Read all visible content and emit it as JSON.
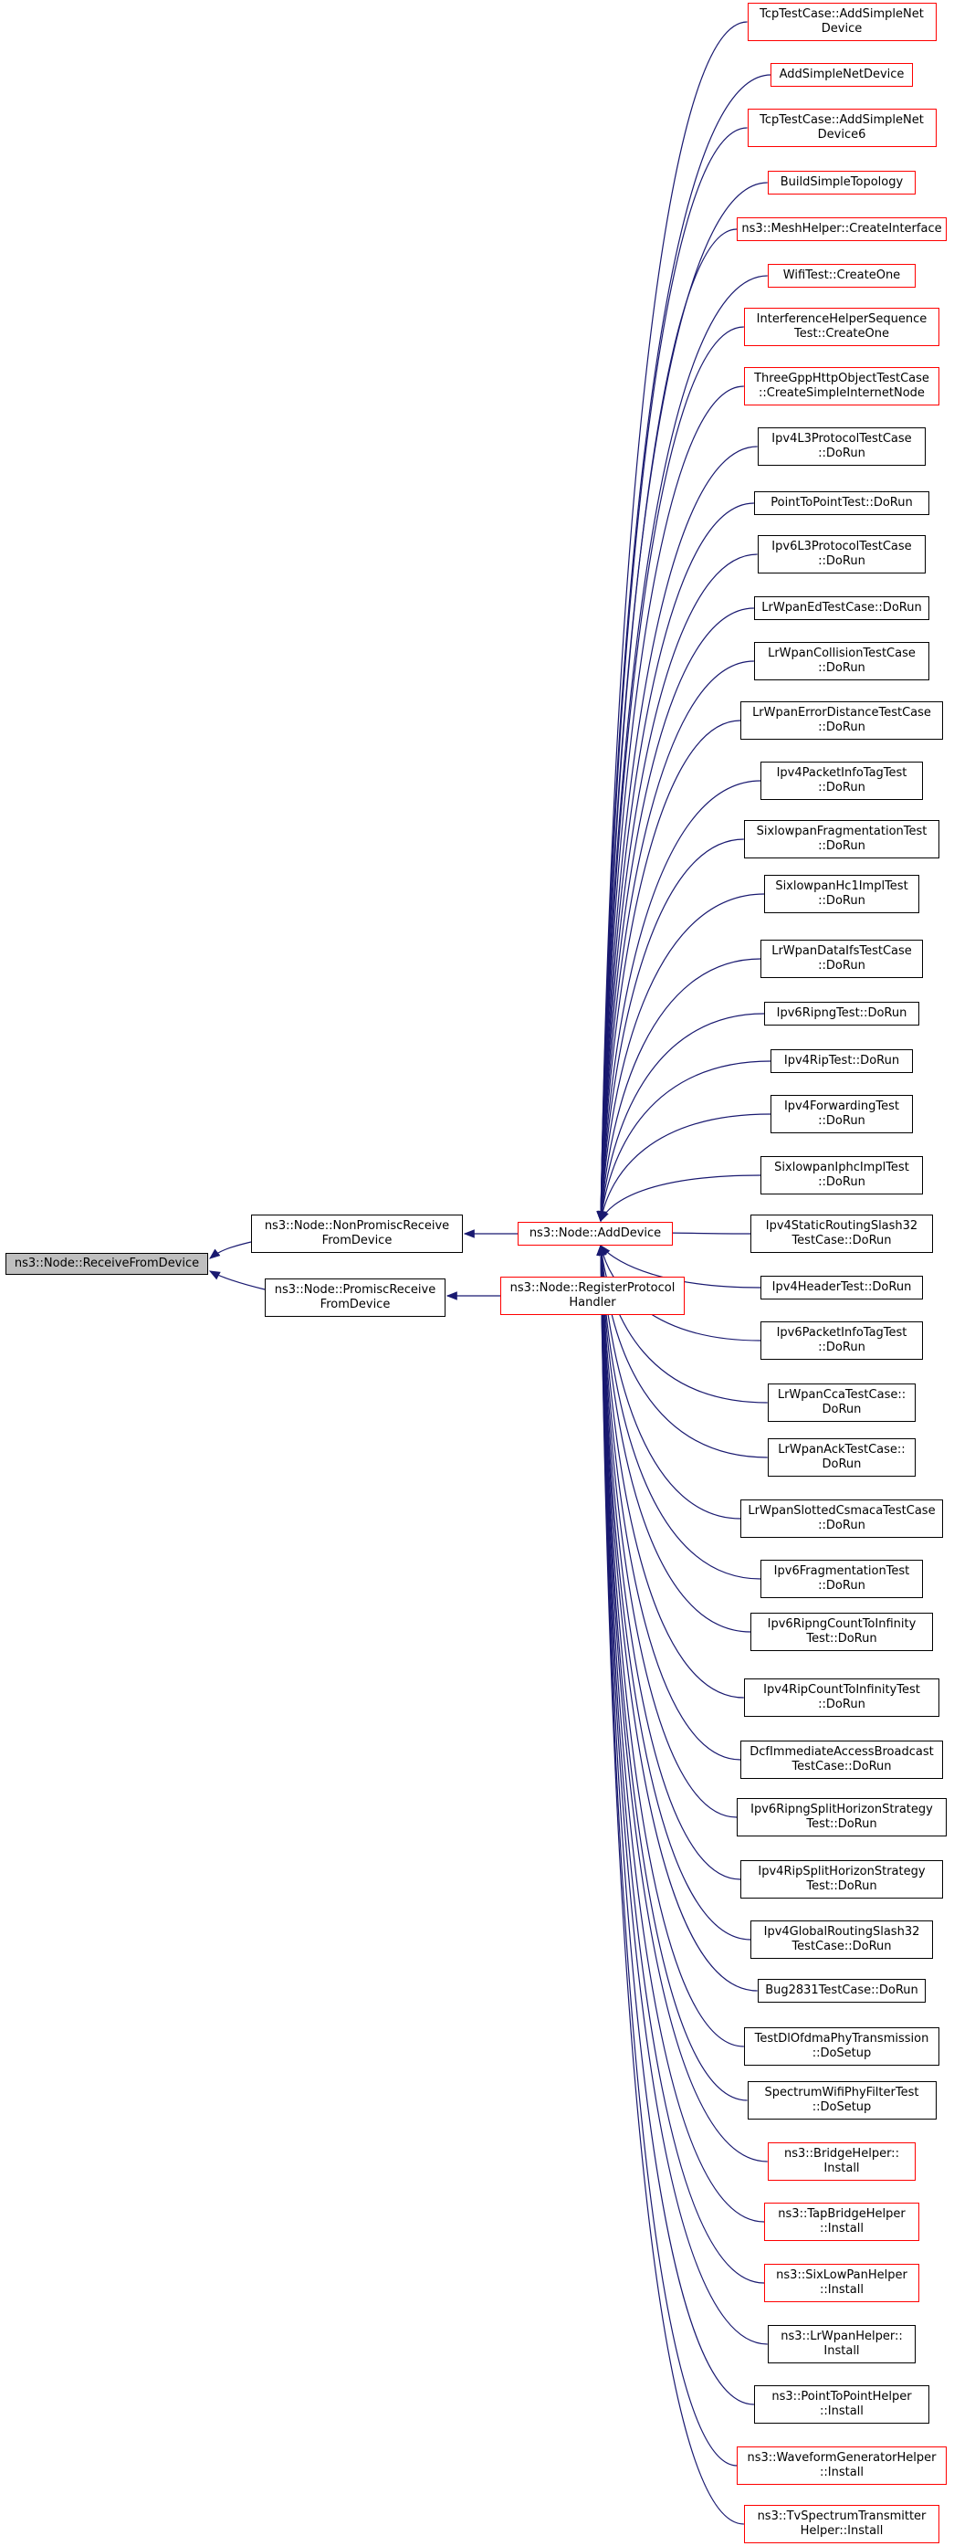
{
  "root": {
    "label": "ns3::Node::ReceiveFromDevice"
  },
  "callers_level1": [
    {
      "label": "ns3::Node::NonPromiscReceive\nFromDevice"
    },
    {
      "label": "ns3::Node::PromiscReceive\nFromDevice"
    }
  ],
  "callers_level2": [
    {
      "label": "ns3::Node::AddDevice",
      "link_color": "#ff0000"
    },
    {
      "label": "ns3::Node::RegisterProtocol\nHandler",
      "link_color": "#ff0000"
    }
  ],
  "adddevice_callers": [
    {
      "label": "TcpTestCase::AddSimpleNet\nDevice",
      "red": true
    },
    {
      "label": "AddSimpleNetDevice",
      "red": true
    },
    {
      "label": "TcpTestCase::AddSimpleNet\nDevice6",
      "red": true
    },
    {
      "label": "BuildSimpleTopology",
      "red": true
    },
    {
      "label": "ns3::MeshHelper::CreateInterface",
      "red": true
    },
    {
      "label": "WifiTest::CreateOne",
      "red": true
    },
    {
      "label": "InterferenceHelperSequence\nTest::CreateOne",
      "red": true
    },
    {
      "label": "ThreeGppHttpObjectTestCase\n::CreateSimpleInternetNode",
      "red": true
    },
    {
      "label": "Ipv4L3ProtocolTestCase\n::DoRun",
      "red": false
    },
    {
      "label": "PointToPointTest::DoRun",
      "red": false
    },
    {
      "label": "Ipv6L3ProtocolTestCase\n::DoRun",
      "red": false
    },
    {
      "label": "LrWpanEdTestCase::DoRun",
      "red": false
    },
    {
      "label": "LrWpanCollisionTestCase\n::DoRun",
      "red": false
    },
    {
      "label": "LrWpanErrorDistanceTestCase\n::DoRun",
      "red": false
    },
    {
      "label": "Ipv4PacketInfoTagTest\n::DoRun",
      "red": false
    },
    {
      "label": "SixlowpanFragmentationTest\n::DoRun",
      "red": false
    },
    {
      "label": "SixlowpanHc1ImplTest\n::DoRun",
      "red": false
    },
    {
      "label": "LrWpanDataIfsTestCase\n::DoRun",
      "red": false
    },
    {
      "label": "Ipv6RipngTest::DoRun",
      "red": false
    },
    {
      "label": "Ipv4RipTest::DoRun",
      "red": false
    },
    {
      "label": "Ipv4ForwardingTest\n::DoRun",
      "red": false
    },
    {
      "label": "SixlowpanIphcImplTest\n::DoRun",
      "red": false
    },
    {
      "label": "Ipv4StaticRoutingSlash32\nTestCase::DoRun",
      "red": false
    },
    {
      "label": "Ipv4HeaderTest::DoRun",
      "red": false
    },
    {
      "label": "Ipv6PacketInfoTagTest\n::DoRun",
      "red": false
    },
    {
      "label": "LrWpanCcaTestCase::\nDoRun",
      "red": false
    },
    {
      "label": "LrWpanAckTestCase::\nDoRun",
      "red": false
    },
    {
      "label": "LrWpanSlottedCsmacaTestCase\n::DoRun",
      "red": false
    },
    {
      "label": "Ipv6FragmentationTest\n::DoRun",
      "red": false
    },
    {
      "label": "Ipv6RipngCountToInfinity\nTest::DoRun",
      "red": false
    },
    {
      "label": "Ipv4RipCountToInfinityTest\n::DoRun",
      "red": false
    },
    {
      "label": "DcfImmediateAccessBroadcast\nTestCase::DoRun",
      "red": false
    },
    {
      "label": "Ipv6RipngSplitHorizonStrategy\nTest::DoRun",
      "red": false
    },
    {
      "label": "Ipv4RipSplitHorizonStrategy\nTest::DoRun",
      "red": false
    },
    {
      "label": "Ipv4GlobalRoutingSlash32\nTestCase::DoRun",
      "red": false
    },
    {
      "label": "Bug2831TestCase::DoRun",
      "red": false
    },
    {
      "label": "TestDlOfdmaPhyTransmission\n::DoSetup",
      "red": false
    },
    {
      "label": "SpectrumWifiPhyFilterTest\n::DoSetup",
      "red": false
    },
    {
      "label": "ns3::BridgeHelper::\nInstall",
      "red": true
    },
    {
      "label": "ns3::TapBridgeHelper\n::Install",
      "red": true
    },
    {
      "label": "ns3::SixLowPanHelper\n::Install",
      "red": true
    },
    {
      "label": "ns3::LrWpanHelper::\nInstall",
      "red": false
    },
    {
      "label": "ns3::PointToPointHelper\n::Install",
      "red": false
    },
    {
      "label": "ns3::WaveformGeneratorHelper\n::Install",
      "red": true
    },
    {
      "label": "ns3::TvSpectrumTransmitter\nHelper::Install",
      "red": true
    }
  ],
  "colors": {
    "edge": "#191970",
    "red_border": "#ff0000",
    "black_border": "#000000",
    "root_fill": "#bfbfbf"
  }
}
